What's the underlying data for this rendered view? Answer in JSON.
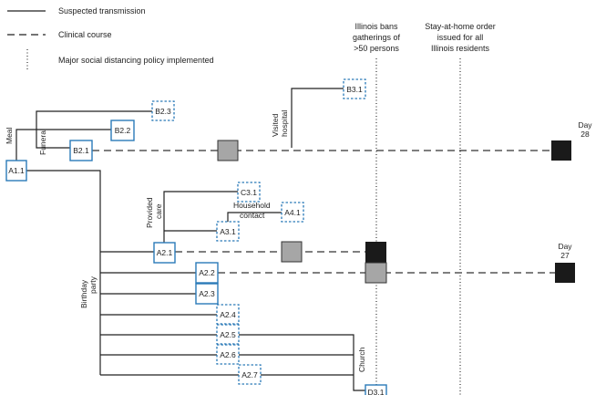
{
  "legend": {
    "solid": "Suspected transmission",
    "dashed": "Clinical course",
    "dotted": "Major social distancing policy implemented"
  },
  "policies": {
    "gatherings": [
      "Illinois bans",
      "gatherings of",
      ">50 persons"
    ],
    "stay_home": [
      "Stay-at-home order",
      "issued for all",
      "Illinois residents"
    ]
  },
  "nodes": {
    "A1_1": "A1.1",
    "B2_1": "B2.1",
    "B2_2": "B2.2",
    "B2_3": "B2.3",
    "B3_1": "B3.1",
    "C3_1": "C3.1",
    "A4_1": "A4.1",
    "A3_1": "A3.1",
    "A2_1": "A2.1",
    "A2_2": "A2.2",
    "A2_3": "A2.3",
    "A2_4": "A2.4",
    "A2_5": "A2.5",
    "A2_6": "A2.6",
    "A2_7": "A2.7",
    "D3_1": "D3.1"
  },
  "edge_labels": {
    "meal": "Meal",
    "funeral": "Funeral",
    "visited_hospital": [
      "Visited",
      "hospital"
    ],
    "provided_care": [
      "Provided",
      "care"
    ],
    "household_contact": [
      "Household",
      "contact"
    ],
    "birthday_party": [
      "Birthday",
      "party"
    ],
    "church": "Church"
  },
  "day_labels": {
    "day28": [
      "Day",
      "28"
    ],
    "day27": [
      "Day",
      "27"
    ]
  },
  "colors": {
    "confirmed_border": "#2a7ab8",
    "line": "#222222",
    "gray_box": "#a6a6a6",
    "black_box": "#1a1a1a",
    "policy_line": "#333333"
  }
}
